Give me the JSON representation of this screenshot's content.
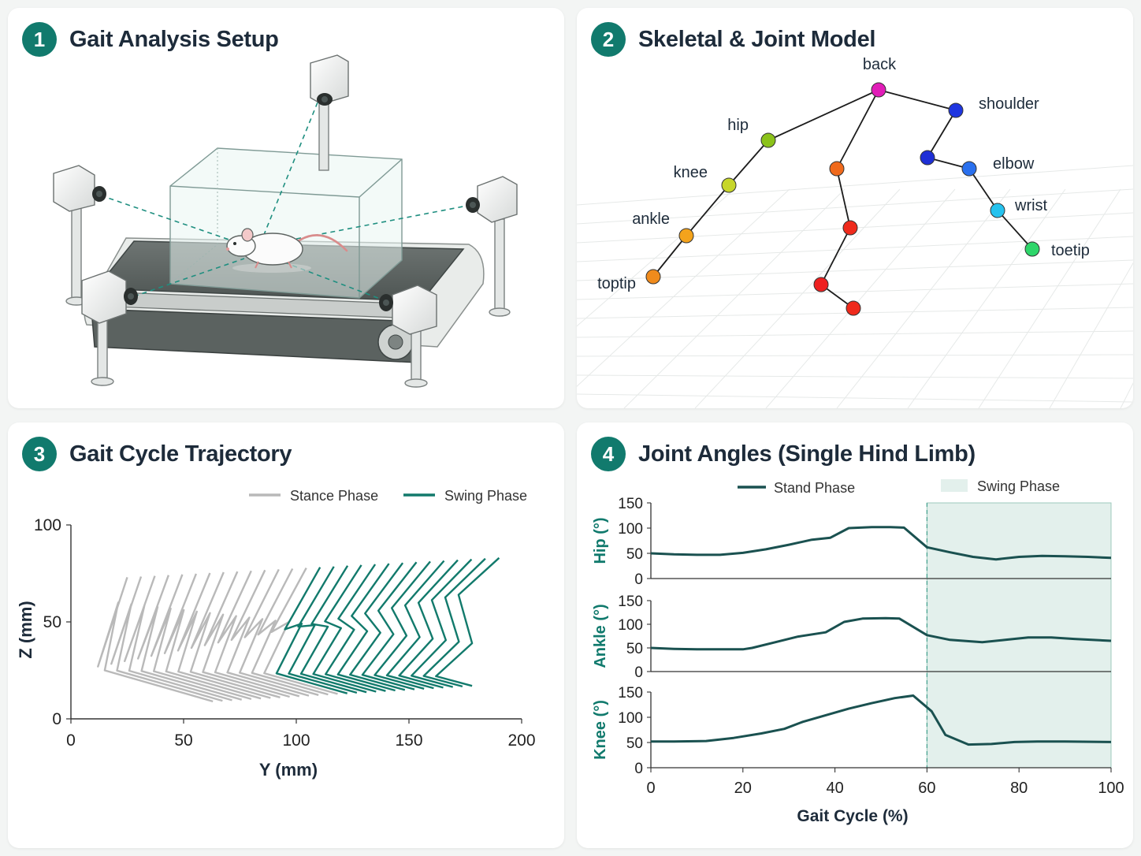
{
  "panels": [
    {
      "number": "1",
      "title": "Gait Analysis Setup"
    },
    {
      "number": "2",
      "title": "Skeletal & Joint Model"
    },
    {
      "number": "3",
      "title": "Gait Cycle Trajectory"
    },
    {
      "number": "4",
      "title": "Joint Angles (Single Hind Limb)"
    }
  ],
  "colors": {
    "accent": "#117a6d",
    "stance": "#b9b9b9",
    "swing": "#127a6c",
    "angle_line": "#1a5150",
    "swing_shade": "#e3f0ec"
  },
  "skeleton": {
    "joints": [
      {
        "label": "back",
        "color": "#e11db8"
      },
      {
        "label": "hip",
        "color": "#8bc21a"
      },
      {
        "label": "knee",
        "color": "#c7d62a"
      },
      {
        "label": "ankle",
        "color": "#f4a31c"
      },
      {
        "label": "toptip",
        "color": "#f08b1c"
      },
      {
        "label": "shoulder",
        "color": "#1f36e0"
      },
      {
        "label": "elbow",
        "color": "#2a70ee"
      },
      {
        "label": "wrist",
        "color": "#25c2ee"
      },
      {
        "label": "toetip",
        "color": "#2ed66a"
      }
    ],
    "unlabeled_joint_colors": [
      "#1e2fd6",
      "#f06a1c",
      "#ef2a1c",
      "#ee2020",
      "#ef2a1c"
    ]
  },
  "chart_data": [
    {
      "type": "line",
      "legend": [
        {
          "name": "Stance Phase"
        },
        {
          "name": "Swing Phase"
        }
      ],
      "xlabel": "Y (mm)",
      "ylabel": "Z (mm)",
      "xlim": [
        0,
        200
      ],
      "ylim": [
        0,
        100
      ],
      "xticks": [
        0,
        50,
        100,
        150,
        200
      ],
      "yticks": [
        0,
        50,
        100
      ],
      "stick_figures": {
        "count": 28,
        "stance_count": 14,
        "first_frame": {
          "y": [
            25,
            12,
            21,
            15,
            63
          ],
          "z": [
            73,
            27,
            60,
            25,
            9
          ]
        },
        "last_frame": {
          "y": [
            190,
            172,
            178,
            162,
            178
          ],
          "z": [
            83,
            64,
            39,
            22,
            17
          ]
        }
      }
    },
    {
      "type": "line",
      "legend": [
        {
          "name": "Stand Phase"
        },
        {
          "name": "Swing Phase"
        }
      ],
      "xlabel": "Gait Cycle (%)",
      "xlim": [
        0,
        100
      ],
      "xticks": [
        0,
        20,
        40,
        60,
        80,
        100
      ],
      "swing_start": 60,
      "panels": [
        {
          "ylabel": "Hip (°)",
          "ylim": [
            0,
            150
          ],
          "yticks": [
            0,
            50,
            100,
            150
          ],
          "x": [
            0,
            5,
            10,
            15,
            20,
            25,
            30,
            35,
            39,
            43,
            48,
            52,
            55,
            60,
            65,
            70,
            75,
            80,
            85,
            90,
            95,
            100
          ],
          "values": [
            50,
            48,
            47,
            47,
            51,
            58,
            67,
            77,
            81,
            100,
            102,
            102,
            101,
            62,
            52,
            43,
            38,
            43,
            45,
            44,
            43,
            41
          ]
        },
        {
          "ylabel": "Ankle (°)",
          "ylim": [
            0,
            150
          ],
          "yticks": [
            0,
            50,
            100,
            150
          ],
          "x": [
            0,
            5,
            10,
            15,
            20,
            22,
            27,
            32,
            38,
            42,
            46,
            51,
            54,
            60,
            65,
            72,
            77,
            82,
            87,
            92,
            100
          ],
          "values": [
            50,
            48,
            47,
            47,
            47,
            50,
            62,
            74,
            83,
            105,
            112,
            113,
            112,
            77,
            67,
            62,
            67,
            72,
            72,
            69,
            65
          ]
        },
        {
          "ylabel": "Knee (°)",
          "ylim": [
            0,
            150
          ],
          "yticks": [
            0,
            50,
            100,
            150
          ],
          "x": [
            0,
            5,
            12,
            18,
            24,
            29,
            33,
            38,
            43,
            48,
            53,
            57,
            61,
            64,
            69,
            74,
            79,
            84,
            90,
            100
          ],
          "values": [
            52,
            52,
            53,
            59,
            68,
            77,
            91,
            104,
            117,
            128,
            138,
            143,
            112,
            65,
            46,
            47,
            51,
            52,
            52,
            51
          ]
        }
      ]
    }
  ]
}
